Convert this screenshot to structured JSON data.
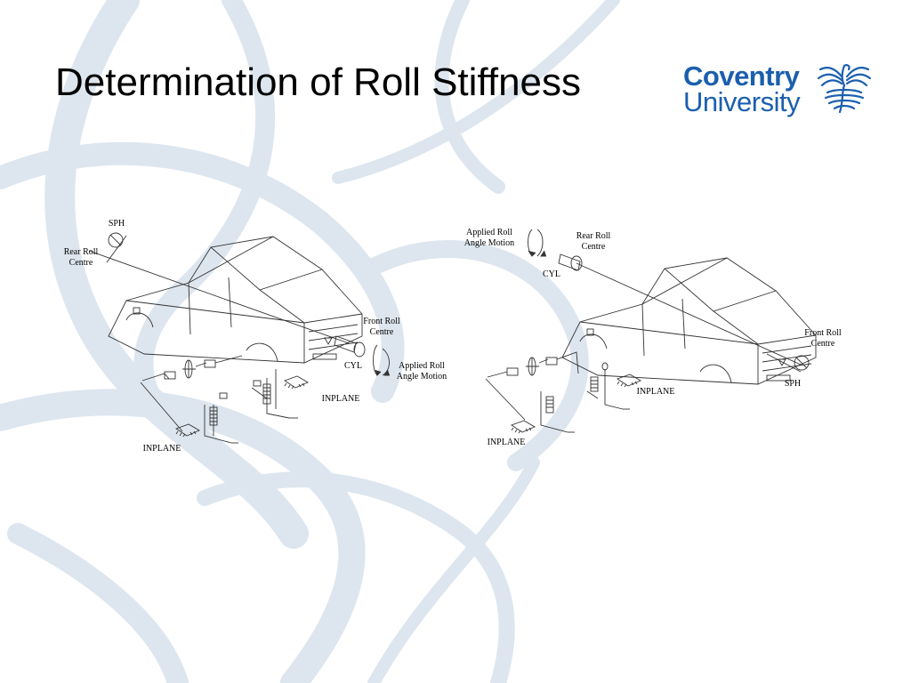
{
  "slide": {
    "title": "Determination of Roll Stiffness"
  },
  "logo": {
    "line1": "Coventry",
    "line2": "University",
    "icon": "phoenix-icon",
    "color": "#1b5fae"
  },
  "colors": {
    "swirl": "#dde6ef",
    "ink": "#333333"
  },
  "left_diagram": {
    "sph": "SPH",
    "rear_roll_centre": "Rear Roll\nCentre",
    "front_roll_centre": "Front Roll\nCentre",
    "cyl": "CYL",
    "applied_roll": "Applied Roll\nAngle Motion",
    "inplane_upper": "INPLANE",
    "inplane_lower": "INPLANE"
  },
  "right_diagram": {
    "applied_roll": "Applied Roll\nAngle Motion",
    "rear_roll_centre": "Rear Roll\nCentre",
    "cyl": "CYL",
    "front_roll_centre": "Front Roll\nCentre",
    "sph": "SPH",
    "inplane_upper": "INPLANE",
    "inplane_lower": "INPLANE"
  }
}
